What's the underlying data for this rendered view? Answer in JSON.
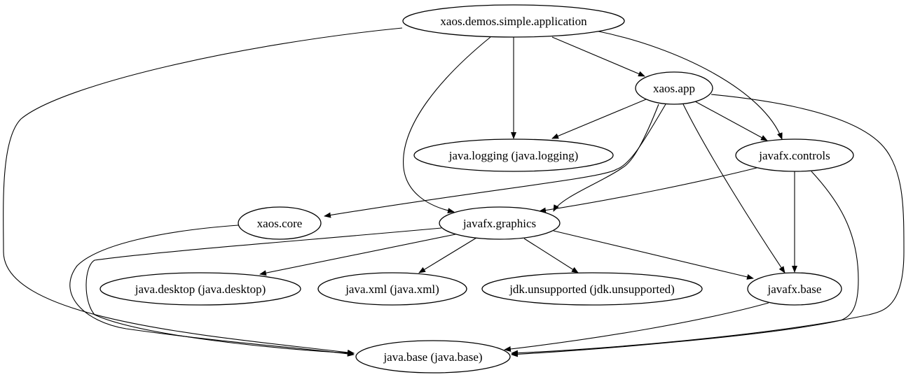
{
  "diagram": {
    "type": "module-dependency-graph",
    "colors": {
      "node_fill": "#ffffff",
      "stroke": "#000000",
      "text": "#000000"
    },
    "nodes": [
      {
        "id": "app_demo",
        "label": "xaos.demos.simple.application"
      },
      {
        "id": "xaos_app",
        "label": "xaos.app"
      },
      {
        "id": "logging",
        "label": "java.logging (java.logging)"
      },
      {
        "id": "controls",
        "label": "javafx.controls"
      },
      {
        "id": "xaos_core",
        "label": "xaos.core"
      },
      {
        "id": "graphics",
        "label": "javafx.graphics"
      },
      {
        "id": "desktop",
        "label": "java.desktop (java.desktop)"
      },
      {
        "id": "xml",
        "label": "java.xml (java.xml)"
      },
      {
        "id": "unsupported",
        "label": "jdk.unsupported (jdk.unsupported)"
      },
      {
        "id": "fxbase",
        "label": "javafx.base"
      },
      {
        "id": "javabase",
        "label": "java.base (java.base)"
      }
    ],
    "edges": [
      {
        "from": "app_demo",
        "to": "xaos_app"
      },
      {
        "from": "app_demo",
        "to": "logging"
      },
      {
        "from": "app_demo",
        "to": "controls"
      },
      {
        "from": "app_demo",
        "to": "graphics"
      },
      {
        "from": "app_demo",
        "to": "javabase"
      },
      {
        "from": "xaos_app",
        "to": "logging"
      },
      {
        "from": "xaos_app",
        "to": "controls"
      },
      {
        "from": "xaos_app",
        "to": "xaos_core"
      },
      {
        "from": "xaos_app",
        "to": "graphics"
      },
      {
        "from": "xaos_app",
        "to": "fxbase"
      },
      {
        "from": "xaos_app",
        "to": "javabase"
      },
      {
        "from": "controls",
        "to": "graphics"
      },
      {
        "from": "controls",
        "to": "fxbase"
      },
      {
        "from": "controls",
        "to": "javabase"
      },
      {
        "from": "xaos_core",
        "to": "javabase"
      },
      {
        "from": "graphics",
        "to": "desktop"
      },
      {
        "from": "graphics",
        "to": "xml"
      },
      {
        "from": "graphics",
        "to": "unsupported"
      },
      {
        "from": "graphics",
        "to": "fxbase"
      },
      {
        "from": "graphics",
        "to": "javabase"
      },
      {
        "from": "fxbase",
        "to": "javabase"
      }
    ]
  }
}
